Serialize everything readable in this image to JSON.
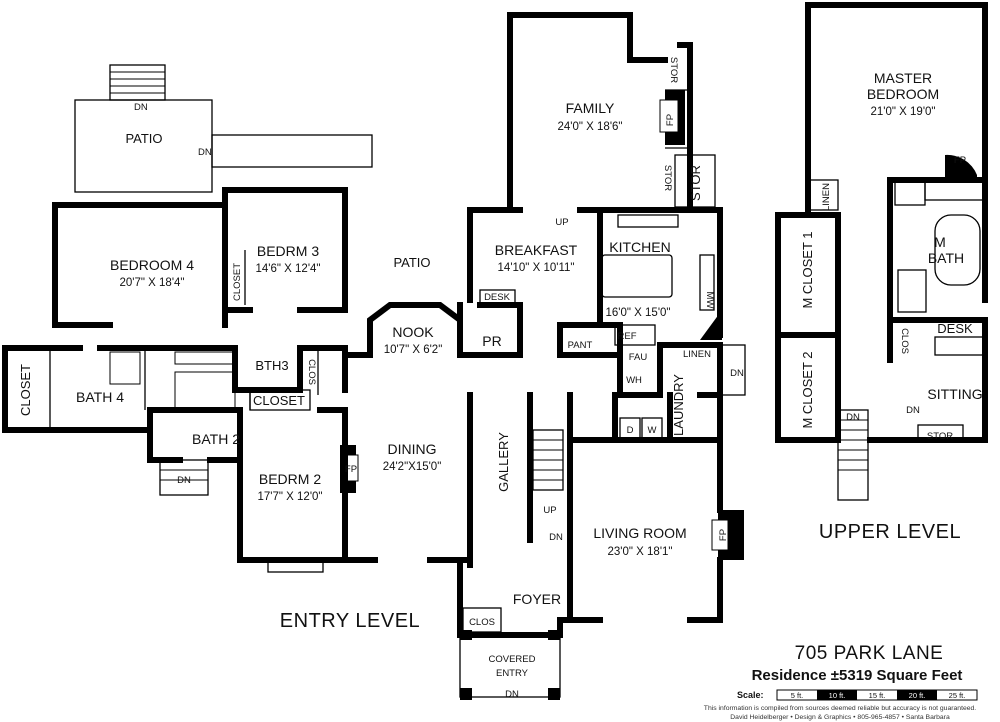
{
  "address": "705 PARK LANE",
  "residence": "Residence ±5319 Square Feet",
  "levels": {
    "entry": "ENTRY LEVEL",
    "upper": "UPPER LEVEL"
  },
  "rooms": {
    "patio_top": "PATIO",
    "bedroom4": {
      "name": "BEDROOM 4",
      "dims": "20'7\" X 18'4\""
    },
    "bedrm3": {
      "name": "BEDRM 3",
      "dims": "14'6\" X 12'4\""
    },
    "closet_b3": "CLOSET",
    "patio_mid": "PATIO",
    "closet_left": "CLOSET",
    "bath4": "BATH 4",
    "bth3": "BTH3",
    "clos_b3": "CLOS",
    "closet_mid": "CLOSET",
    "bath2": "BATH 2",
    "bedrm2": {
      "name": "BEDRM 2",
      "dims": "17'7\" X 12'0\""
    },
    "nook": {
      "name": "NOOK",
      "dims": "10'7\" X 6'2\""
    },
    "pr": "PR",
    "desk_pr": "DESK",
    "dining": {
      "name": "DINING",
      "dims": "24'2\"X15'0\""
    },
    "family": {
      "name": "FAMILY",
      "dims": "24'0\" X 18'6\""
    },
    "stor_a": "STOR",
    "stor_b": "STOR",
    "stor_c": "STOR",
    "breakfast": {
      "name": "BREAKFAST",
      "dims": "14'10\" X 10'11\""
    },
    "kitchen": {
      "name": "KITCHEN",
      "dims": "16'0\" X 15'0\""
    },
    "mw": "MW",
    "pant": "PANT",
    "ref": "REF",
    "fau": "FAU",
    "wh": "WH",
    "linen_k": "LINEN",
    "laundry": "LAUNDRY",
    "dryer": "D",
    "washer": "W",
    "gallery": "GALLERY",
    "living": {
      "name": "LIVING ROOM",
      "dims": "23'0\" X 18'1\""
    },
    "foyer": "FOYER",
    "clos_foyer": "CLOS",
    "covered_entry": {
      "line1": "COVERED",
      "line2": "ENTRY"
    },
    "master": {
      "line1": "MASTER",
      "line2": "BEDROOM",
      "dims": "21'0\" X 19'0\""
    },
    "linen_up": "LINEN",
    "m_closet1": "M CLOSET 1",
    "m_closet2": "M CLOSET 2",
    "m_bath": {
      "line1": "M",
      "line2": "BATH"
    },
    "clos_up": "CLOS",
    "desk_up": "DESK",
    "sitting": "SITTING",
    "stor_up": "STOR"
  },
  "markers": {
    "fp": "FP",
    "dn": "DN",
    "up": "UP"
  },
  "scale": {
    "label": "Scale:",
    "ticks": [
      "5 ft.",
      "10 ft.",
      "15 ft.",
      "20 ft.",
      "25 ft."
    ]
  },
  "disclaimer": {
    "line1": "This information is compiled from sources deemed reliable but accuracy is not guaranteed.",
    "line2": "David Heidelberger • Design & Graphics • 805-965-4857 • Santa Barbara"
  }
}
